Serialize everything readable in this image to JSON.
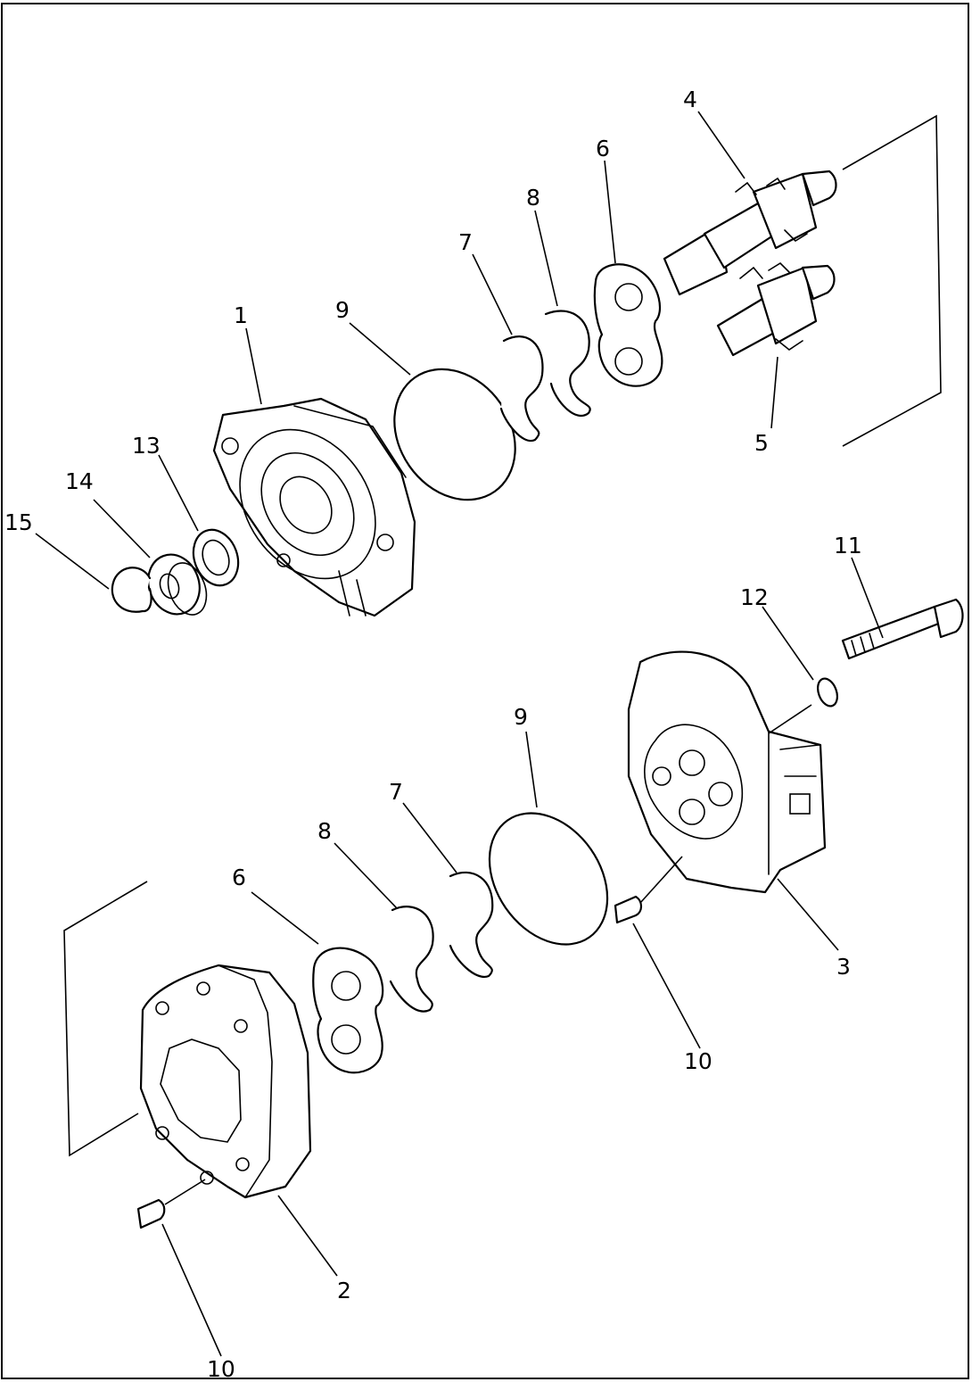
{
  "callouts": {
    "c1": "1",
    "c2": "2",
    "c3": "3",
    "c4": "4",
    "c5": "5",
    "c6_top": "6",
    "c6_bottom": "6",
    "c7_top": "7",
    "c7_bottom": "7",
    "c8_top": "8",
    "c8_bottom": "8",
    "c9_top": "9",
    "c9_bottom": "9",
    "c10_left": "10",
    "c10_right": "10",
    "c11": "11",
    "c12": "12",
    "c13": "13",
    "c14": "14",
    "c15": "15"
  }
}
